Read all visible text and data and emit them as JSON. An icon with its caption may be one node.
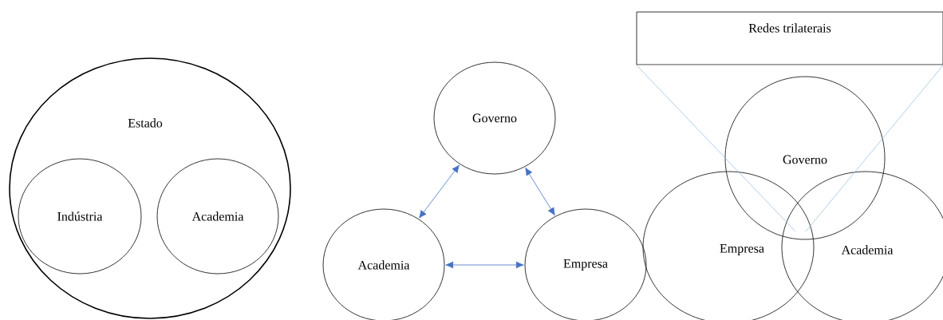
{
  "diagram": {
    "nodes": [
      {
        "text": [
          "Estado"
        ]
      },
      {
        "text": [
          "Indústria"
        ],
        "in": 0
      },
      {
        "text": [
          "Academia"
        ],
        "in": 0
      },
      {
        "text": [
          "Governo"
        ]
      },
      {
        "text": [
          "Academia"
        ]
      },
      {
        "text": [
          "Empresa"
        ]
      },
      {
        "text": [
          "Redes trilaterais"
        ]
      },
      {
        "text": [
          "Governo"
        ]
      },
      {
        "text": [
          "Empresa"
        ]
      },
      {
        "text": [
          "Academia"
        ]
      }
    ],
    "edges": [
      {
        "from": 4,
        "to": 3,
        "arrow": "both",
        "color": "#4472c4"
      },
      {
        "from": 3,
        "to": 5,
        "arrow": "both",
        "color": "#4472c4"
      },
      {
        "from": 4,
        "to": 5,
        "arrow": "both",
        "color": "#4472c4"
      },
      {
        "from": 6,
        "to": 9,
        "arrow": "none",
        "color": "#9dc3e6"
      },
      {
        "from": 6,
        "to": 9,
        "arrow": "none",
        "color": "#9dc3e6"
      }
    ]
  }
}
